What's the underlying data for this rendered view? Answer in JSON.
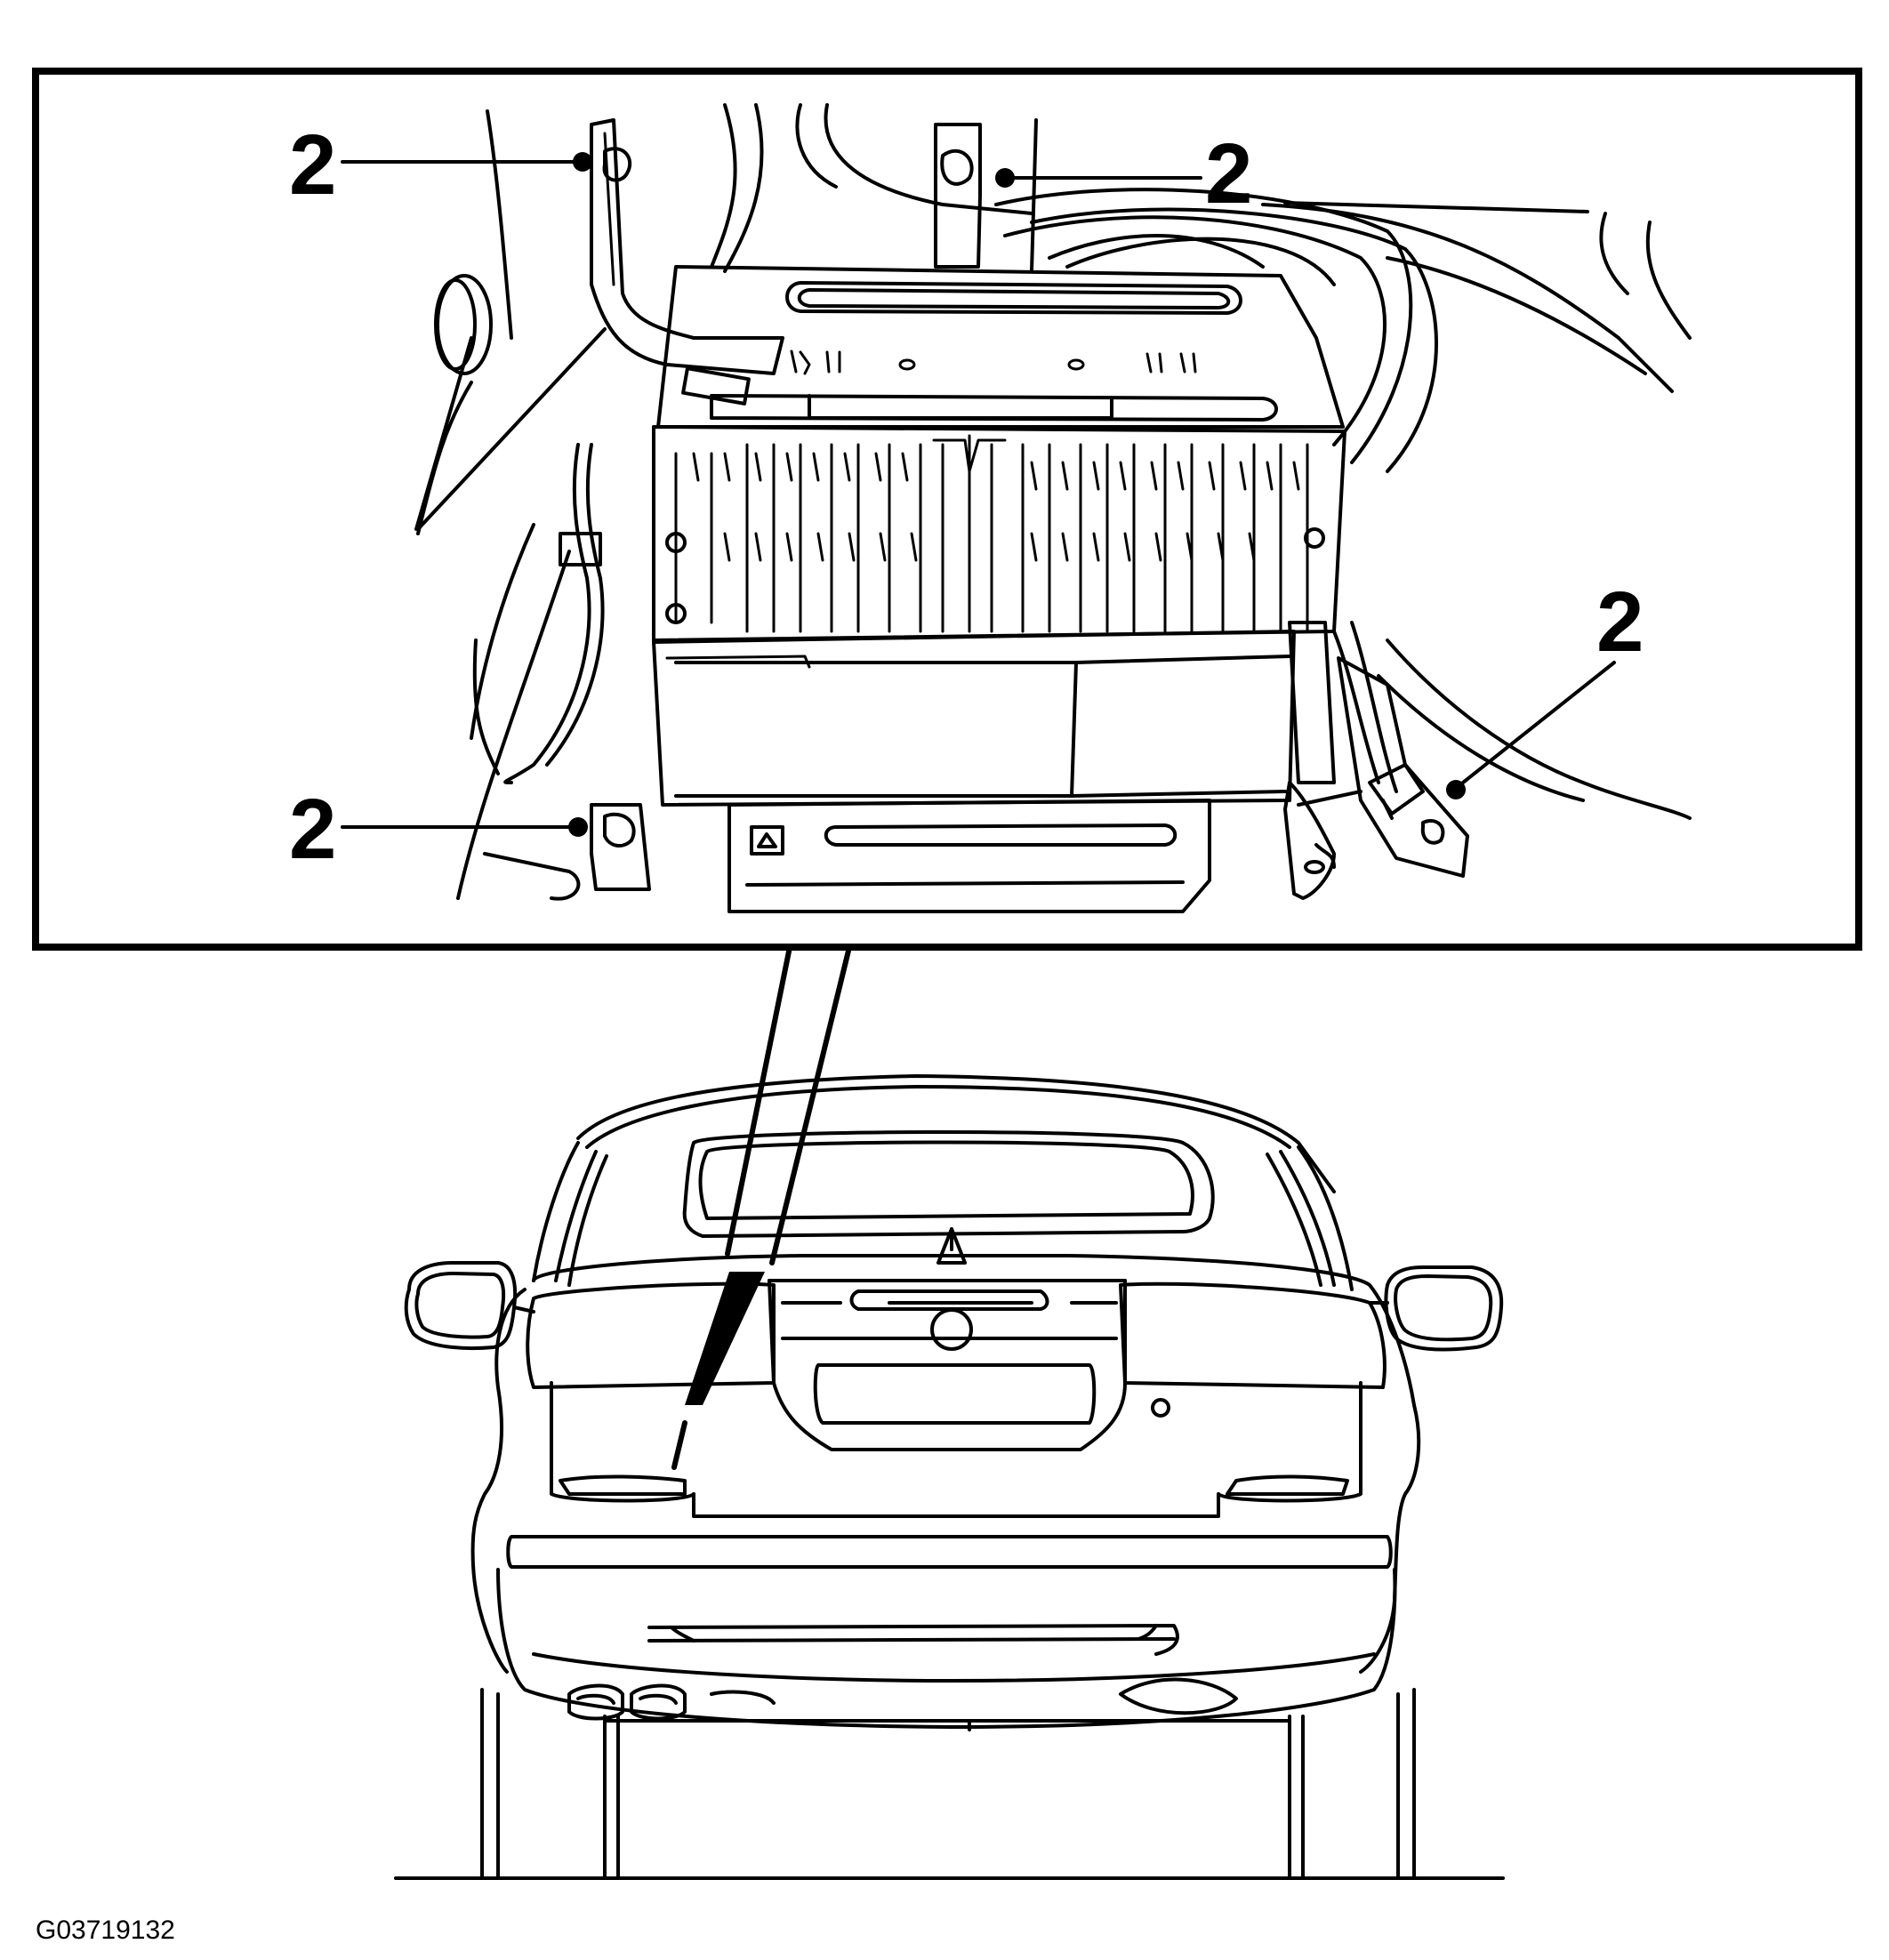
{
  "figure": {
    "id_label": "G03719132"
  },
  "callouts": [
    {
      "label": "2"
    },
    {
      "label": "2"
    },
    {
      "label": "2"
    },
    {
      "label": "2"
    }
  ],
  "colors": {
    "line": "#000000",
    "background": "#ffffff"
  }
}
